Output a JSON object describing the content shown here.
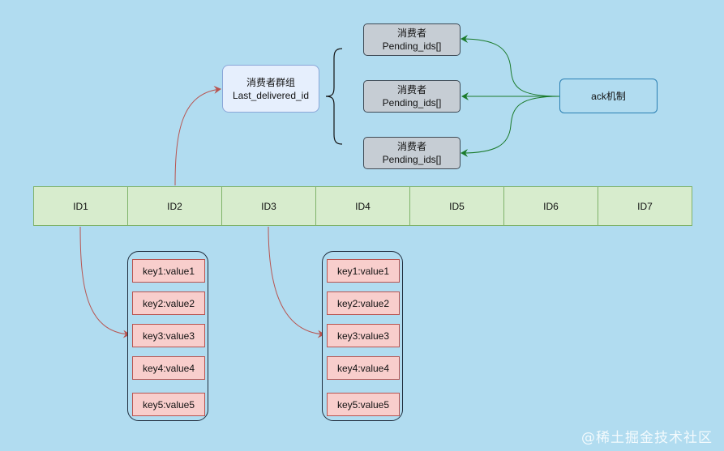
{
  "group": {
    "title": "消费者群组",
    "field": "Last_delivered_id"
  },
  "consumers": [
    {
      "title": "消费者",
      "field": "Pending_ids[]"
    },
    {
      "title": "消费者",
      "field": "Pending_ids[]"
    },
    {
      "title": "消费者",
      "field": "Pending_ids[]"
    }
  ],
  "ack": {
    "label": "ack机制"
  },
  "stream_ids": [
    "ID1",
    "ID2",
    "ID3",
    "ID4",
    "ID5",
    "ID6",
    "ID7"
  ],
  "entries": [
    [
      "key1:value1",
      "key2:value2",
      "key3:value3",
      "key4:value4",
      "key5:value5"
    ],
    [
      "key1:value1",
      "key2:value2",
      "key3:value3",
      "key4:value4",
      "key5:value5"
    ]
  ],
  "watermark": "@稀土掘金技术社区",
  "colors": {
    "background": "#b1dcf0",
    "red_arrow": "#b85450",
    "green_arrow": "#1a7a2a",
    "stream_fill": "#d7eccd",
    "kv_fill": "#f8cecc"
  }
}
